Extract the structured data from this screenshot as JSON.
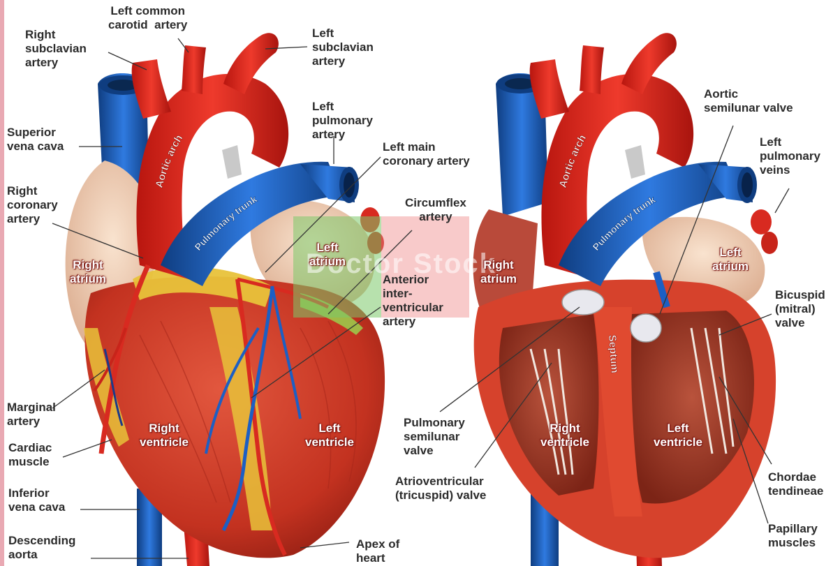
{
  "colors": {
    "artery": "#e0261c",
    "artery_dark": "#a8140e",
    "vein": "#1c5fc4",
    "vein_dark": "#0f3d80",
    "muscle": "#cc3a24",
    "fat": "#e8c23a",
    "atrium": "#f2d2b8",
    "leader_line": "#333333"
  },
  "left_labels": {
    "left_common_carotid": "Left common\ncarotid  artery",
    "right_subclavian": "Right\nsubclavian\nartery",
    "left_subclavian": "Left\nsubclavian\nartery",
    "left_pulmonary_artery": "Left\npulmonary\nartery",
    "superior_vena_cava": "Superior\nvena cava",
    "right_coronary_artery": "Right\ncoronary\nartery",
    "left_main_coronary": "Left main\ncoronary artery",
    "circumflex": "Circumflex\nartery",
    "anterior_interventricular": "Anterior\ninter-\nventricular\nartery",
    "marginal_artery": "Marginal\nartery",
    "cardiac_muscle": "Cardiac\nmuscle",
    "inferior_vena_cava": "Inferior\nvena cava",
    "descending_aorta": "Descending\naorta",
    "apex_of_heart": "Apex of\nheart"
  },
  "right_labels": {
    "aortic_semilunar": "Aortic\nsemilunar valve",
    "left_pulmonary_veins": "Left\npulmonary\nveins",
    "bicuspid": "Bicuspid\n(mitral)\nvalve",
    "pulmonary_semilunar": "Pulmonary\nsemilunar\nvalve",
    "atrioventricular": "Atrioventricular\n(tricuspid) valve",
    "chordae": "Chordae\ntendineae",
    "papillary": "Papillary\nmuscles"
  },
  "on_heart_labels": {
    "right_atrium_1": "Right\natrium",
    "left_atrium_1": "Left\natrium",
    "right_ventricle_1": "Right\nventricle",
    "left_ventricle_1": "Left\nventricle",
    "right_atrium_2": "Right\natrium",
    "left_atrium_2": "Left\natrium",
    "right_ventricle_2": "Right\nventricle",
    "left_ventricle_2": "Left\nventricle"
  },
  "curved_labels": {
    "aortic_arch": "Aortic arch",
    "pulmonary_trunk": "Pulmonary trunk",
    "septum": "Septum"
  },
  "watermark": "Doctor Stock"
}
